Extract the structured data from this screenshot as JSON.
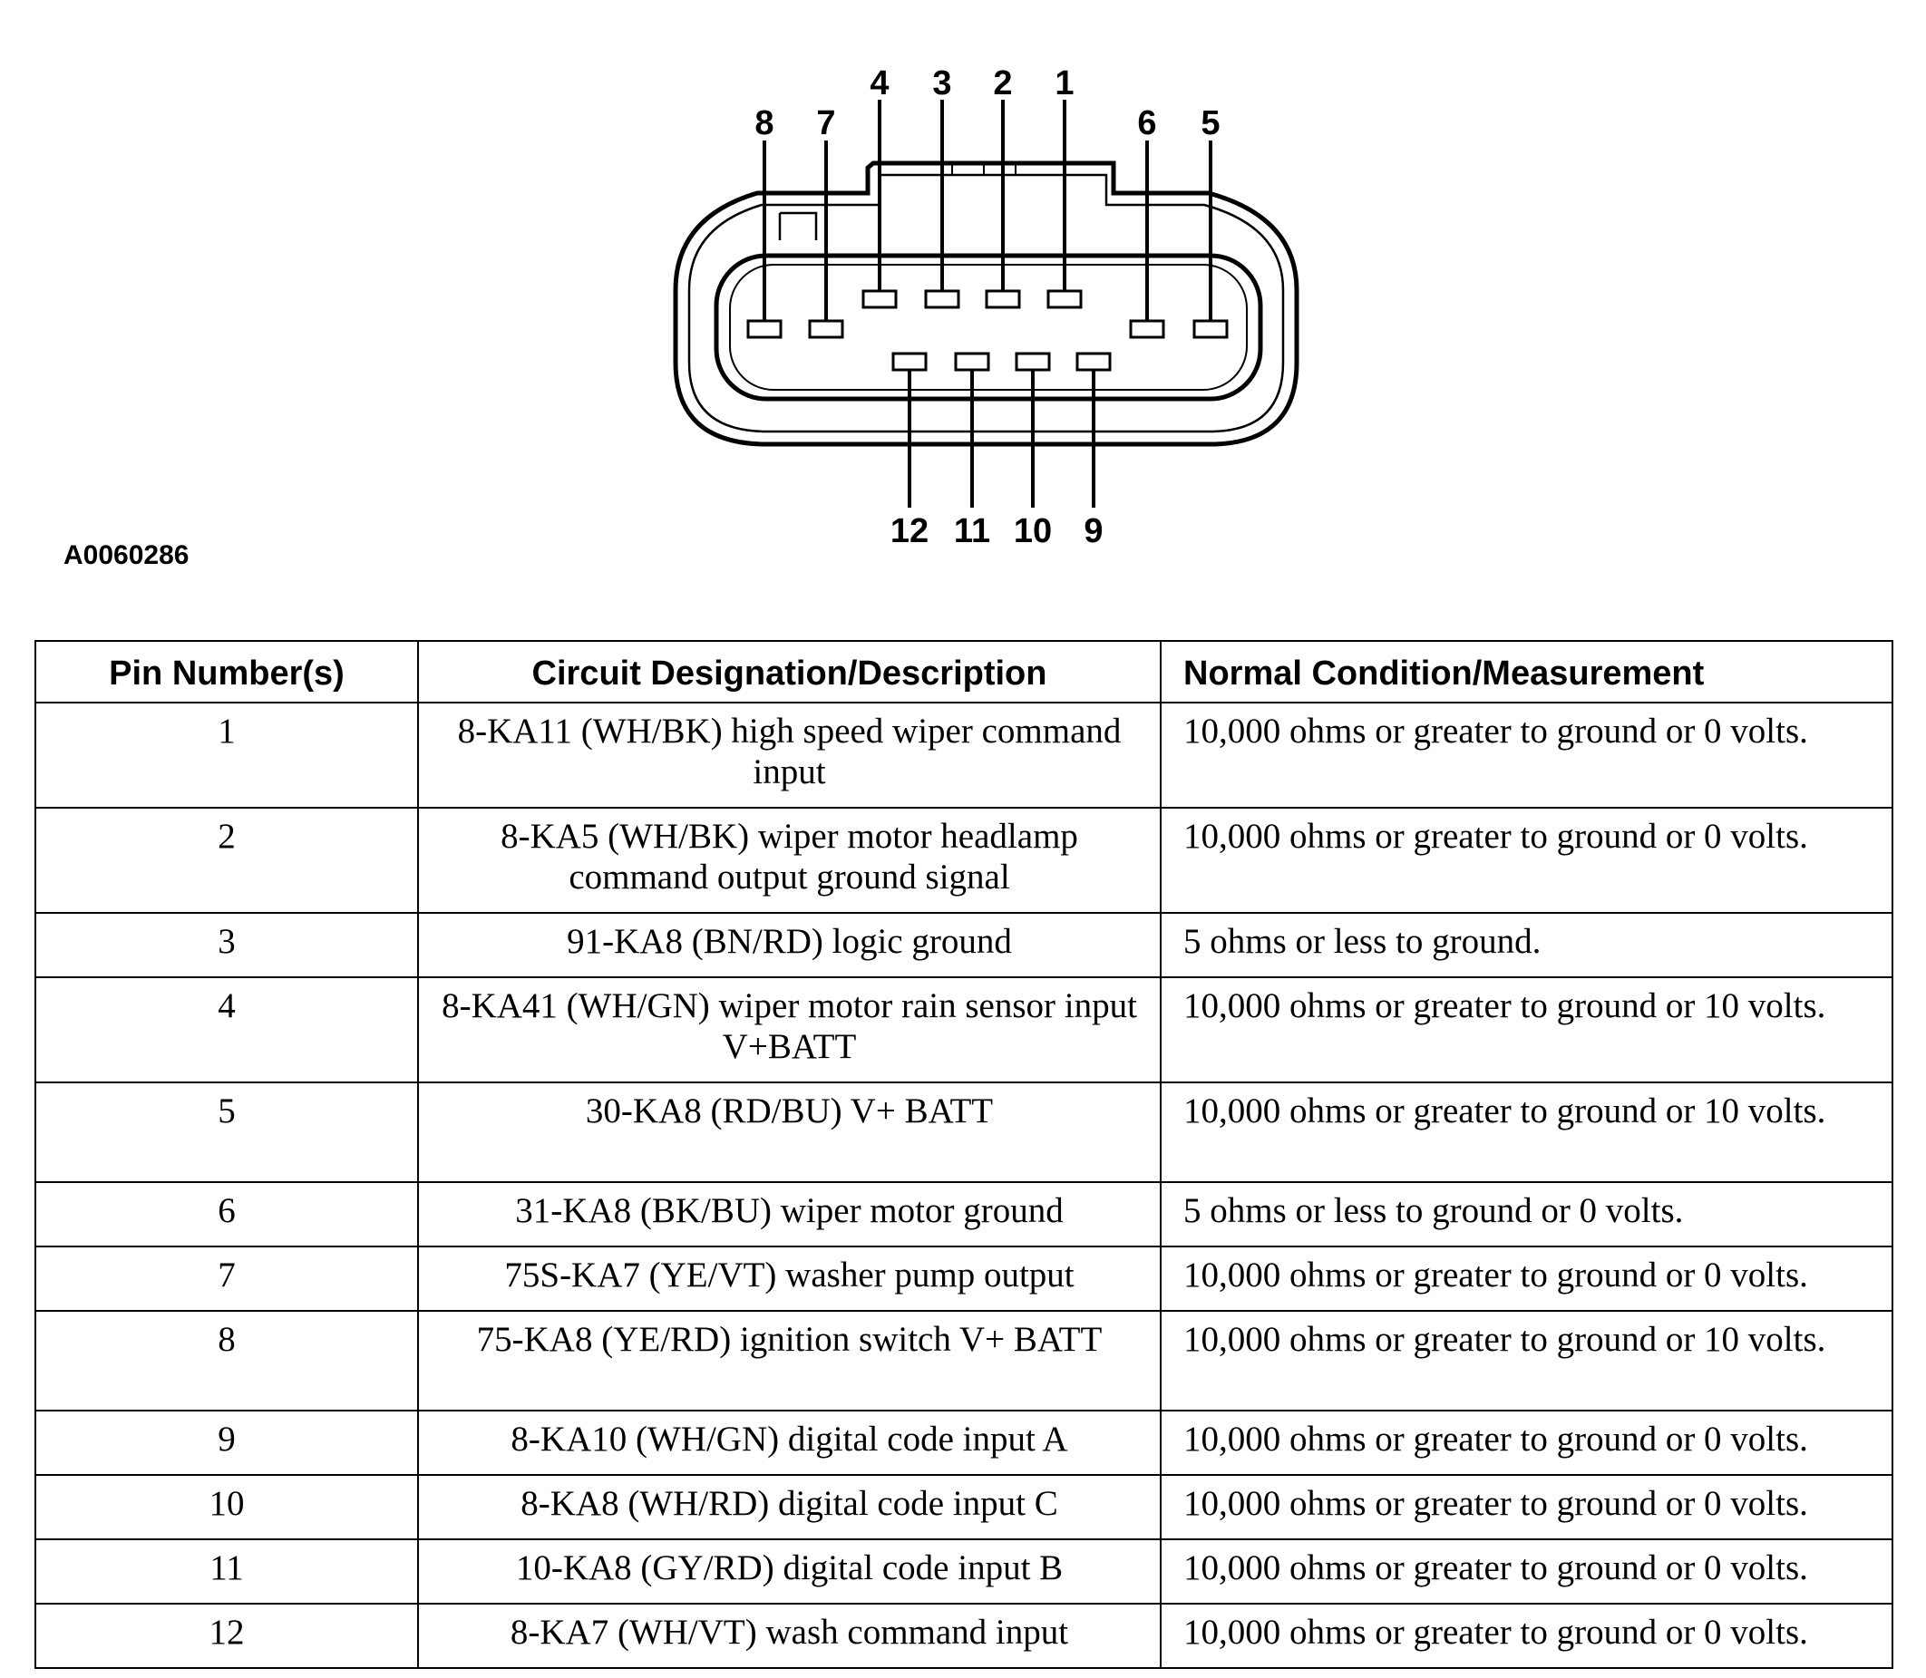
{
  "figure": {
    "id": "A0060286",
    "pin_labels": {
      "top_left": [
        "8",
        "7"
      ],
      "top_center": [
        "4",
        "3",
        "2",
        "1"
      ],
      "top_right": [
        "6",
        "5"
      ],
      "bottom": [
        "12",
        "11",
        "10",
        "9"
      ]
    }
  },
  "table": {
    "headers": [
      "Pin Number(s)",
      "Circuit Designation/Description",
      "Normal Condition/Measurement"
    ],
    "rows": [
      {
        "pin": "1",
        "desc": "8-KA11 (WH/BK) high speed wiper command input",
        "cond": "10,000 ohms or greater to ground or 0 volts."
      },
      {
        "pin": "2",
        "desc": "8-KA5 (WH/BK) wiper motor headlamp command output ground signal",
        "cond": "10,000 ohms or greater to ground or 0 volts."
      },
      {
        "pin": "3",
        "desc": "91-KA8 (BN/RD) logic ground",
        "cond": "5 ohms or less to ground."
      },
      {
        "pin": "4",
        "desc": "8-KA41 (WH/GN) wiper motor rain sensor input V+BATT",
        "cond": "10,000 ohms or greater to ground or 10 volts."
      },
      {
        "pin": "5",
        "desc": "30-KA8 (RD/BU) V+ BATT",
        "cond": "10,000 ohms or greater to ground or 10 volts."
      },
      {
        "pin": "6",
        "desc": "31-KA8 (BK/BU) wiper motor ground",
        "cond": "5 ohms or less to ground or 0 volts."
      },
      {
        "pin": "7",
        "desc": "75S-KA7 (YE/VT) washer pump output",
        "cond": "10,000 ohms or greater to ground or 0 volts."
      },
      {
        "pin": "8",
        "desc": "75-KA8 (YE/RD) ignition switch V+ BATT",
        "cond": "10,000 ohms or greater to ground or 10 volts."
      },
      {
        "pin": "9",
        "desc": "8-KA10 (WH/GN) digital code input A",
        "cond": "10,000 ohms or greater to ground or 0 volts."
      },
      {
        "pin": "10",
        "desc": "8-KA8 (WH/RD) digital code input C",
        "cond": "10,000 ohms or greater to ground or 0 volts."
      },
      {
        "pin": "11",
        "desc": "10-KA8 (GY/RD) digital code input B",
        "cond": "10,000 ohms or greater to ground or 0 volts."
      },
      {
        "pin": "12",
        "desc": "8-KA7 (WH/VT) wash command input",
        "cond": "10,000 ohms or greater to ground or 0 volts."
      }
    ]
  }
}
